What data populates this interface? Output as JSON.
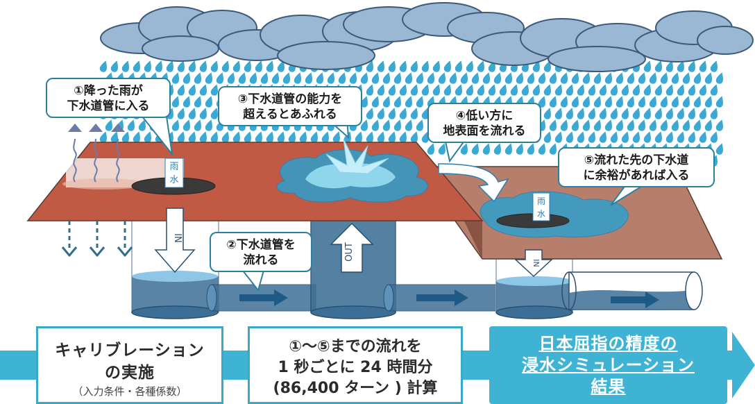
{
  "callouts": {
    "c1": [
      "①降った雨が",
      "下水道管に入る"
    ],
    "c2": [
      "②下水道管を",
      "流れる"
    ],
    "c3": [
      "③下水道管の能力を",
      "超えるとあふれる"
    ],
    "c4": [
      "④低い方に",
      "地表面を流れる"
    ],
    "c5": [
      "⑤流れた先の下水道",
      "に余裕があれば入る"
    ]
  },
  "labels": {
    "manhole": "雨水",
    "in": "IN",
    "out": "OUT"
  },
  "steps": {
    "box1": [
      "キャリブレーション",
      "の実施",
      "（入力条件・各種係数）"
    ],
    "box2": [
      "①～⑤までの流れを",
      "1 秒ごとに 24 時間分",
      "(86,400 ターン ) 計算"
    ],
    "box3": [
      "日本屈指の精度の",
      "浸水シミュレーション",
      "結果"
    ]
  },
  "colors": {
    "ground": "#c05a45",
    "ground_lower": "#b87e6c",
    "water": "#2f9fcc",
    "pipe": "#3d6f96",
    "cloud": "#9ab7d3",
    "rain": "#3aa9d6",
    "accent": "#3aa9c8"
  }
}
